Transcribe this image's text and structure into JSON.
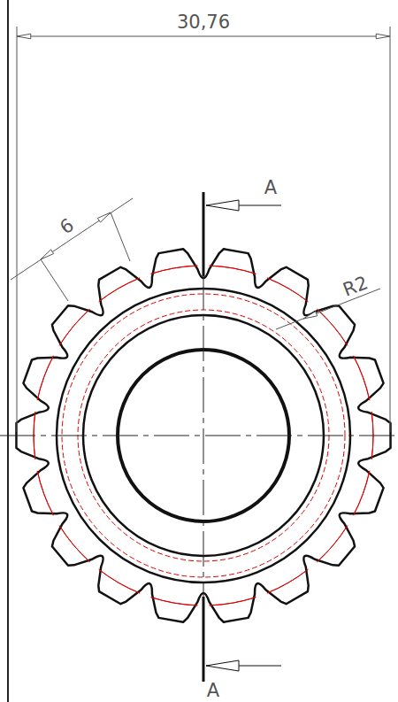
{
  "diagram": {
    "labels": [
      "30,76",
      "6",
      "R2",
      "A",
      "A"
    ]
  }
}
